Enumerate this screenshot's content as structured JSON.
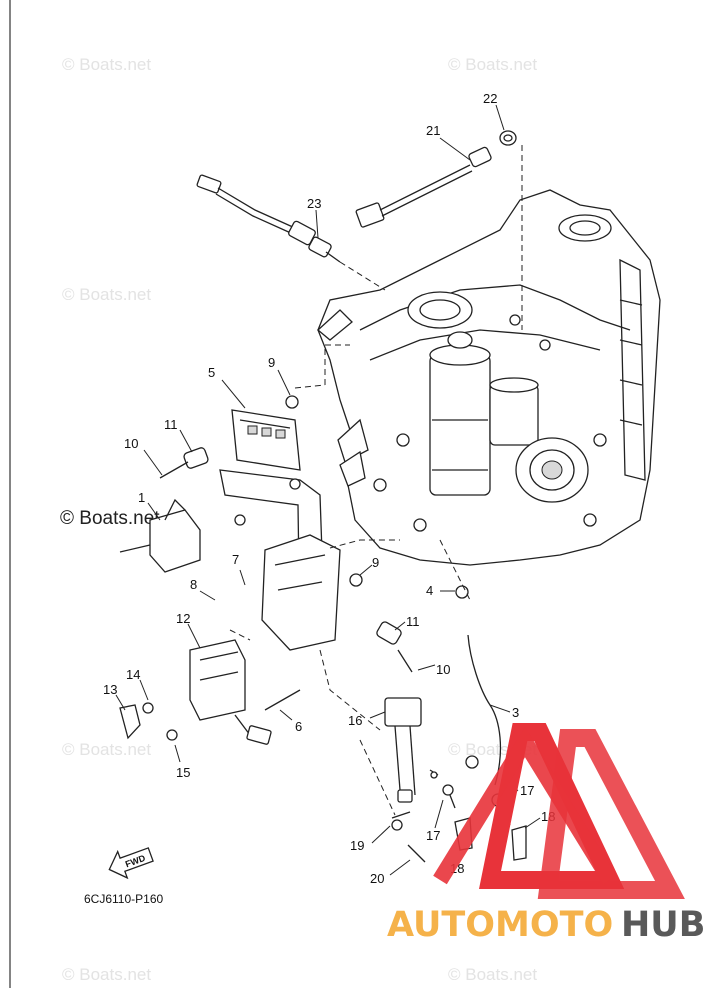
{
  "watermark_text": "© Boats.net",
  "diagram_code": "6CJ6110-P160",
  "fwd_label": "FWD",
  "logo": {
    "part_a": "AUTOMOTO",
    "part_b": "HUB",
    "accent_color": "#e8333a",
    "orange_color": "#f5b24a",
    "gray_color": "#595959"
  },
  "callouts": {
    "c1": "1",
    "c3": "3",
    "c4": "4",
    "c5": "5",
    "c6": "6",
    "c7": "7",
    "c8": "8",
    "c9a": "9",
    "c9b": "9",
    "c10a": "10",
    "c10b": "10",
    "c11a": "11",
    "c11b": "11",
    "c12": "12",
    "c13": "13",
    "c14": "14",
    "c15": "15",
    "c16": "16",
    "c17a": "17",
    "c17b": "17",
    "c18a": "18",
    "c18b": "18",
    "c19": "19",
    "c20": "20",
    "c21": "21",
    "c22": "22",
    "c23": "23"
  }
}
